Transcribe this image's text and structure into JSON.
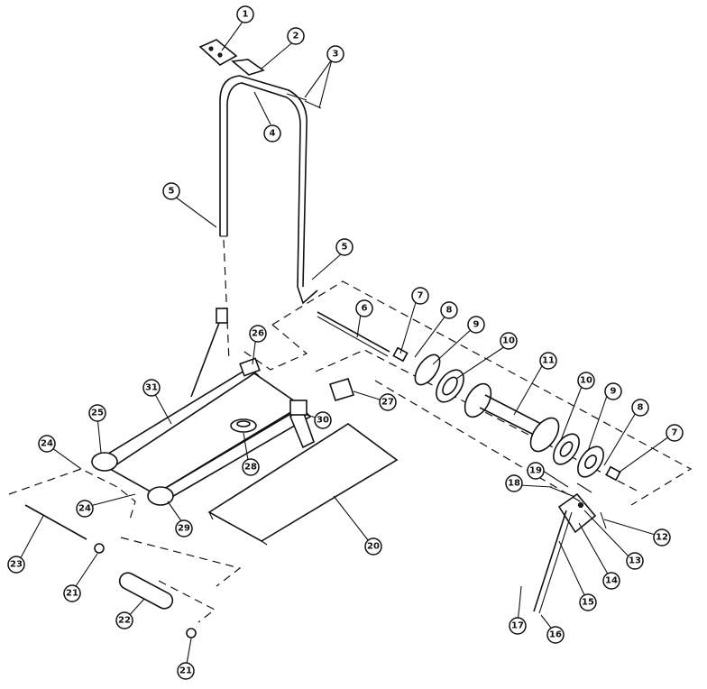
{
  "callouts": [
    {
      "id": "c1",
      "label": "1"
    },
    {
      "id": "c2",
      "label": "2"
    },
    {
      "id": "c3",
      "label": "3"
    },
    {
      "id": "c4",
      "label": "4"
    },
    {
      "id": "c5a",
      "label": "5"
    },
    {
      "id": "c5b",
      "label": "5"
    },
    {
      "id": "c6",
      "label": "6"
    },
    {
      "id": "c7a",
      "label": "7"
    },
    {
      "id": "c7b",
      "label": "7"
    },
    {
      "id": "c8a",
      "label": "8"
    },
    {
      "id": "c8b",
      "label": "8"
    },
    {
      "id": "c9a",
      "label": "9"
    },
    {
      "id": "c9b",
      "label": "9"
    },
    {
      "id": "c10a",
      "label": "10"
    },
    {
      "id": "c10b",
      "label": "10"
    },
    {
      "id": "c11",
      "label": "11"
    },
    {
      "id": "c12",
      "label": "12"
    },
    {
      "id": "c13",
      "label": "13"
    },
    {
      "id": "c14",
      "label": "14"
    },
    {
      "id": "c15",
      "label": "15"
    },
    {
      "id": "c16",
      "label": "16"
    },
    {
      "id": "c17",
      "label": "17"
    },
    {
      "id": "c18",
      "label": "18"
    },
    {
      "id": "c19",
      "label": "19"
    },
    {
      "id": "c20",
      "label": "20"
    },
    {
      "id": "c21a",
      "label": "21"
    },
    {
      "id": "c21b",
      "label": "21"
    },
    {
      "id": "c22",
      "label": "22"
    },
    {
      "id": "c23",
      "label": "23"
    },
    {
      "id": "c24a",
      "label": "24"
    },
    {
      "id": "c24b",
      "label": "24"
    },
    {
      "id": "c25",
      "label": "25"
    },
    {
      "id": "c26",
      "label": "26"
    },
    {
      "id": "c27",
      "label": "27"
    },
    {
      "id": "c28",
      "label": "28"
    },
    {
      "id": "c29",
      "label": "29"
    },
    {
      "id": "c30",
      "label": "30"
    },
    {
      "id": "c31",
      "label": "31"
    }
  ]
}
